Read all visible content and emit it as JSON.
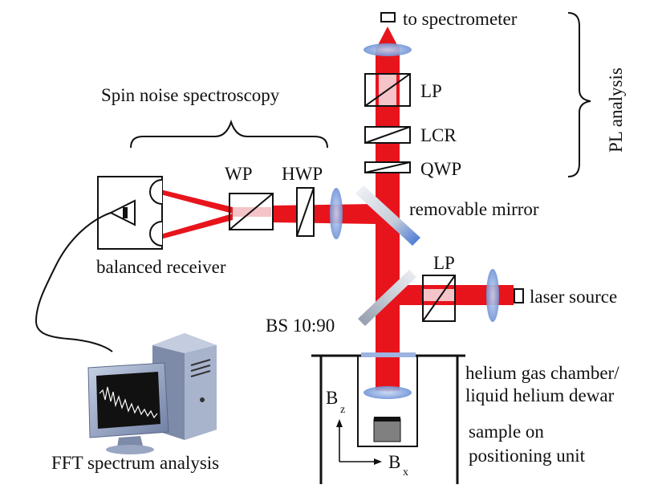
{
  "labels": {
    "to_spectrometer": "to spectrometer",
    "pl_analysis": "PL analysis",
    "lp_top": "LP",
    "lcr": "LCR",
    "qwp": "QWP",
    "spin_noise": "Spin noise spectroscopy",
    "wp": "WP",
    "hwp": "HWP",
    "removable_mirror": "removable mirror",
    "balanced_receiver": "balanced receiver",
    "lp_right": "LP",
    "laser_source": "laser source",
    "bs": "BS 10:90",
    "helium_line1": "helium gas chamber/",
    "helium_line2": "liquid helium dewar",
    "sample_line1": "sample on",
    "sample_line2": "positioning unit",
    "fft": "FFT spectrum analysis",
    "bz_main": "B",
    "bz_sub": "z",
    "bx_main": "B",
    "bx_sub": "x"
  },
  "colors": {
    "beam": "#e8141c",
    "beam_faded": "#f4c4c8",
    "lens": "#6f93d6",
    "mirror": "#3b6fd6",
    "outline": "#111111",
    "computer": "#9aa7c2"
  },
  "icons": {
    "computer": "desktop-computer-icon",
    "laser": "laser-source-icon",
    "detector": "photodiode-icon"
  }
}
